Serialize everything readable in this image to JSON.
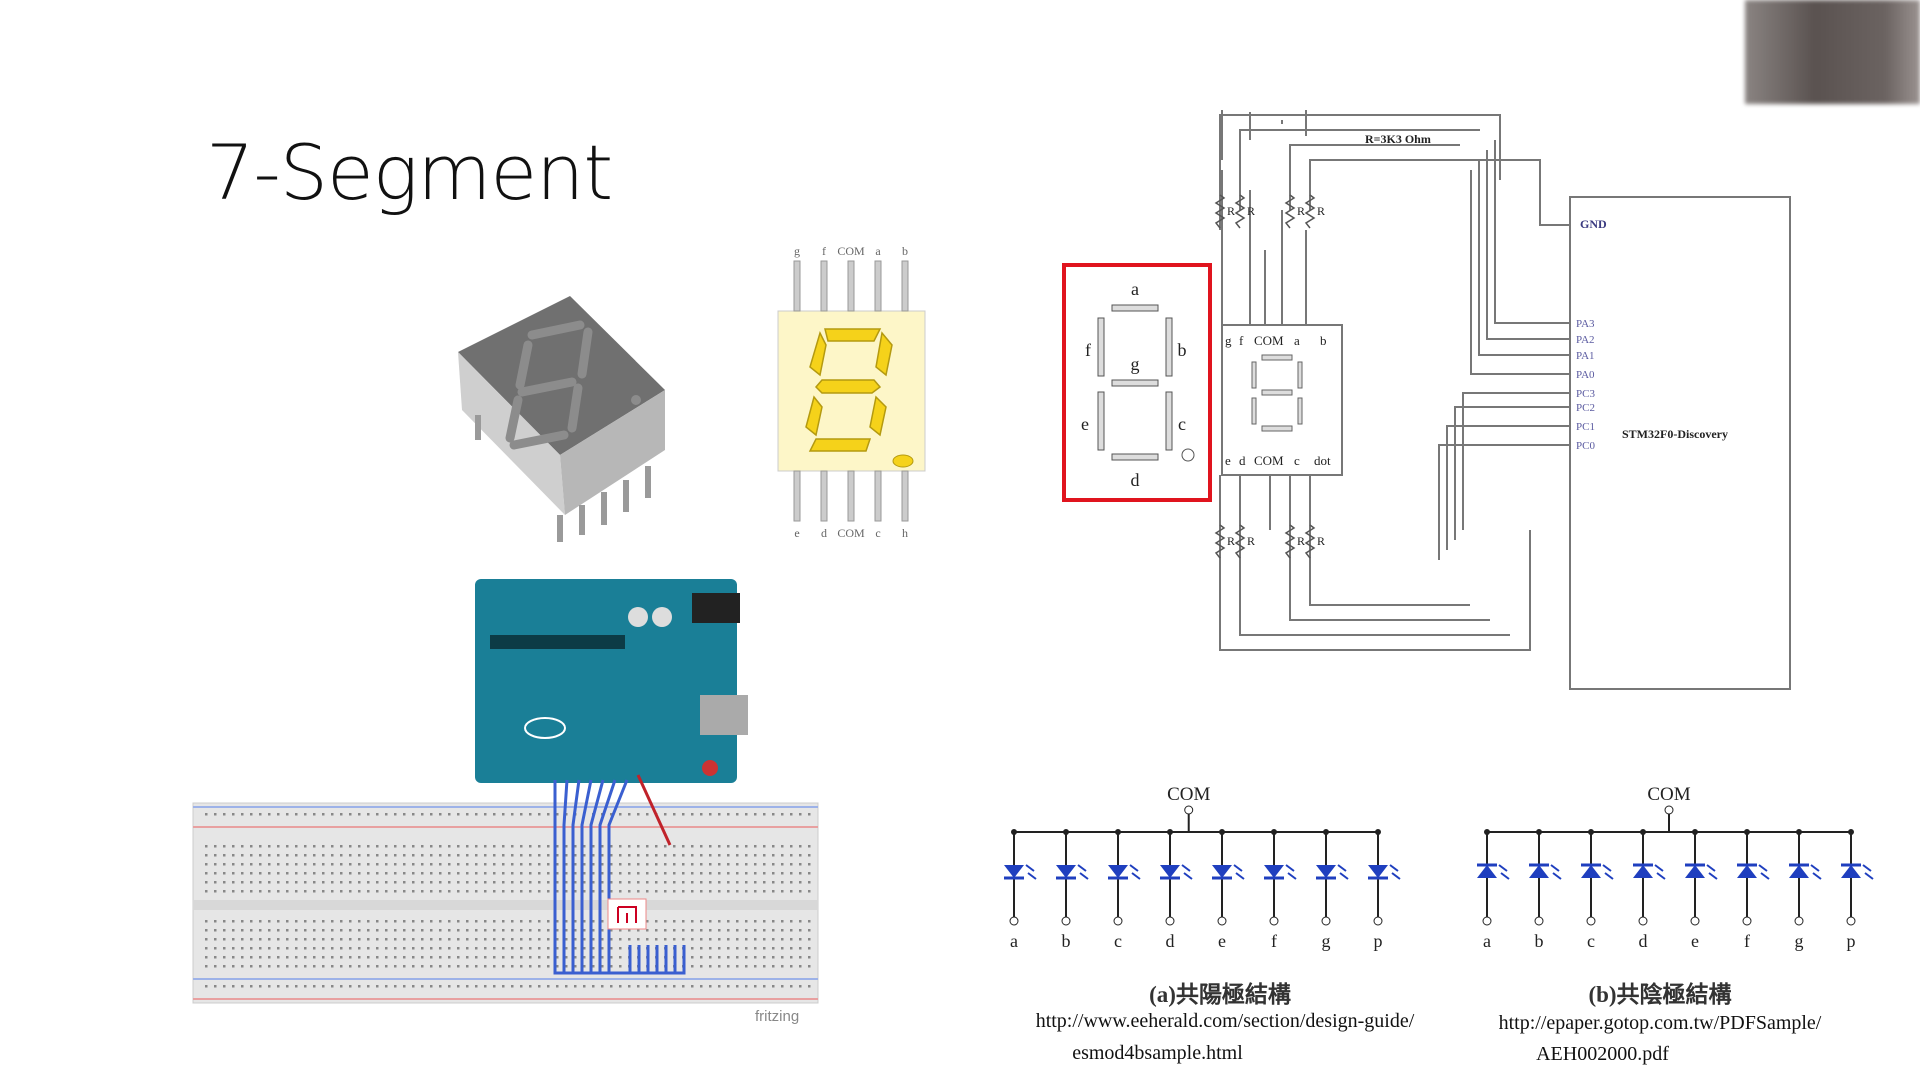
{
  "slide": {
    "title": "7-Segment",
    "fritzing_label": "fritzing",
    "pinout": {
      "top_pins": [
        "g",
        "f",
        "COM",
        "a",
        "b"
      ],
      "bottom_pins": [
        "e",
        "d",
        "COM",
        "c",
        "h"
      ]
    },
    "segment_box": {
      "labels": [
        "a",
        "b",
        "c",
        "d",
        "e",
        "f",
        "g"
      ]
    },
    "circuit": {
      "resistor_note": "R=3K3 Ohm",
      "resistor_label": "R",
      "board_label": "STM32F0-Discovery",
      "gnd_label": "GND",
      "pins": [
        "PA3",
        "PA2",
        "PA1",
        "PA0",
        "PC3",
        "PC2",
        "PC1",
        "PC0"
      ],
      "display_top": [
        "g",
        "f",
        "COM",
        "a",
        "b"
      ],
      "display_bottom": [
        "e",
        "d",
        "COM",
        "c",
        "dot"
      ]
    },
    "common_anode": {
      "com_label": "COM",
      "leds": [
        "a",
        "b",
        "c",
        "d",
        "e",
        "f",
        "g",
        "p"
      ],
      "caption": "(a)共陽極結構",
      "url_line1": "http://www.eeherald.com/section/design-guide/",
      "url_line2": "esmod4bsample.html"
    },
    "common_cathode": {
      "com_label": "COM",
      "leds": [
        "a",
        "b",
        "c",
        "d",
        "e",
        "f",
        "g",
        "p"
      ],
      "caption": "(b)共陰極結構",
      "url_line1": "http://epaper.gotop.com.tw/PDFSample/",
      "url_line2": "AEH002000.pdf"
    },
    "colors": {
      "highlight_box": "#e0141e",
      "led": "#1f3fbf",
      "arduino": "#1a7f97",
      "segment_yellow": "#f5d21a",
      "wire_blue": "#3a5fd0"
    }
  }
}
